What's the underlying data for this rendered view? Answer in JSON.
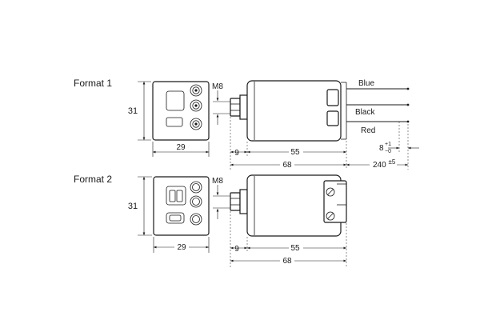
{
  "format1": {
    "title": "Format 1",
    "dims": {
      "height": "31",
      "width": "29",
      "thread": "M8",
      "cap": "9",
      "body": "55",
      "total": "68",
      "lead": "240",
      "lead_tol": "±5",
      "strip": "8",
      "strip_tol_plus": "+1",
      "strip_tol_minus": "−0"
    },
    "wires": {
      "blue": "Blue",
      "black": "Black",
      "red": "Red"
    }
  },
  "format2": {
    "title": "Format 2",
    "dims": {
      "height": "31",
      "width": "29",
      "thread": "M8",
      "cap": "9",
      "body": "55",
      "total": "68"
    }
  }
}
